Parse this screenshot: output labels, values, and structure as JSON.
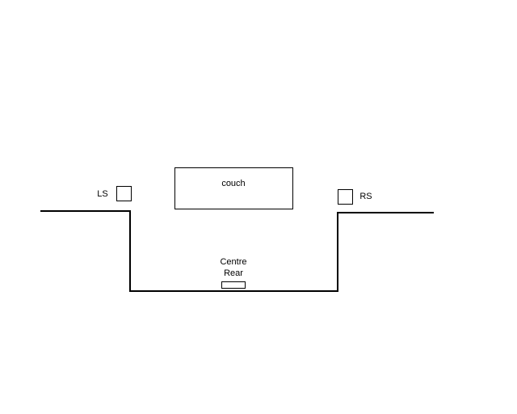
{
  "diagram": {
    "couch_label": "couch",
    "left_speaker_label": "LS",
    "right_speaker_label": "RS",
    "centre_rear_label_line1": "Centre",
    "centre_rear_label_line2": "Rear"
  },
  "colors": {
    "background": "#ffffff",
    "stroke": "#000000"
  }
}
